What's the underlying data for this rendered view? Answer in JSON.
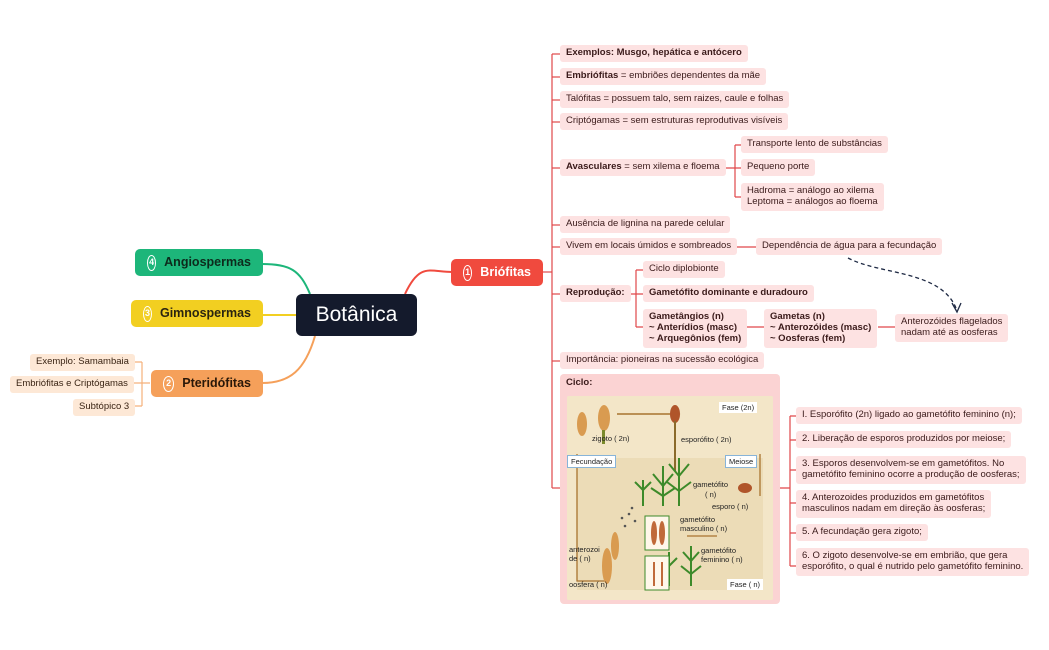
{
  "root": "Botânica",
  "branches": {
    "briofitas": {
      "num": "1",
      "label": "Briófitas"
    },
    "angiospermas": {
      "num": "4",
      "label": "Angiospermas"
    },
    "gimnospermas": {
      "num": "3",
      "label": "Gimnospermas"
    },
    "pteridofitas": {
      "num": "2",
      "label": "Pteridófitas"
    }
  },
  "pteridofitas_children": [
    "Exemplo: Samambaia",
    "Embriófitas e Criptógamas",
    "Subtópico 3"
  ],
  "brio": {
    "exemplos": "Exemplos: Musgo, hepática e antócero",
    "embrio_b": "Embriófitas",
    "embrio_t": " = embriões dependentes da mãe",
    "talofitas": "Talófitas = possuem talo, sem raizes, caule e folhas",
    "cripto": "Criptógamas = sem estruturas reprodutivas visíveis",
    "avasc_b": "Avasculares",
    "avasc_t": " = sem xilema e floema",
    "avasc_children": {
      "c1": "Transporte lento de substâncias",
      "c2": "Pequeno porte",
      "c3a": "Hadroma = análogo ao xilema",
      "c3b": "Leptoma = análogos ao floema"
    },
    "lignina": "Ausência de lignina na parede celular",
    "umidos": "Vivem em locais úmidos e sombreados",
    "dependencia": "Dependência de água para a fecundação",
    "reproducao": "Reprodução:",
    "repro_children": {
      "ciclo": "Ciclo diplobionte",
      "gametofito": "Gametófito dominante e duradouro",
      "gametangios_1": "Gametângios (n)",
      "gametangios_2": "~ Anterídios (masc)",
      "gametangios_3": "~ Arquegônios (fem)",
      "gametas_1": "Gametas (n)",
      "gametas_2": "~ Anterozóides (masc)",
      "gametas_3": "~ Oosferas (fem)",
      "anterozoides_1": "Anterozóides flagelados",
      "anterozoides_2": "nadam até as oosferas"
    },
    "importancia": "Importância: pioneiras na sucessão ecológica",
    "ciclo_label": "Ciclo:",
    "cycle_image": {
      "fase_2n": "Fase  (2n)",
      "zigoto": "zigoto  ( 2n)",
      "esporofito": "esporófito  ( 2n)",
      "fecundacao": "Fecundação",
      "meiose": "Meiose",
      "gametofito": "gametófito",
      "gametofito_n": "( n)",
      "esporo": "esporo  ( n)",
      "gam_masc_1": "gametófito",
      "gam_masc_2": "masculino  ( n)",
      "anterozoide_1": "anterozoi",
      "anterozoide_2": "de  ( n)",
      "gam_fem_1": "gametófito",
      "gam_fem_2": "feminino  ( n)",
      "oosfera": "oosfera  ( n)",
      "fase_n": "Fase  ( n)"
    },
    "steps": [
      "I. Esporófito (2n) ligado ao gametófito feminino (n);",
      "2. Liberação de esporos produzidos por meiose;",
      "3. Esporos desenvolvem-se em gametófitos. No",
      "gametófito feminino ocorre a produção de oosferas;",
      "4. Anterozoides produzidos em gametófitos",
      "masculinos nadam em direção às oosferas;",
      "5. A fecundação gera zigoto;",
      "6. O zigoto desenvolve-se em embrião, que gera",
      "esporófito, o qual é nutrido pelo gametófito feminino."
    ]
  },
  "colors": {
    "root": "#141a2c",
    "briofitas": "#f04a3e",
    "angiospermas": "#1db67a",
    "gimnospermas": "#f2cf21",
    "pteridofitas": "#f5a05a",
    "pill": "#fde2e2",
    "line": "#e0484a"
  }
}
